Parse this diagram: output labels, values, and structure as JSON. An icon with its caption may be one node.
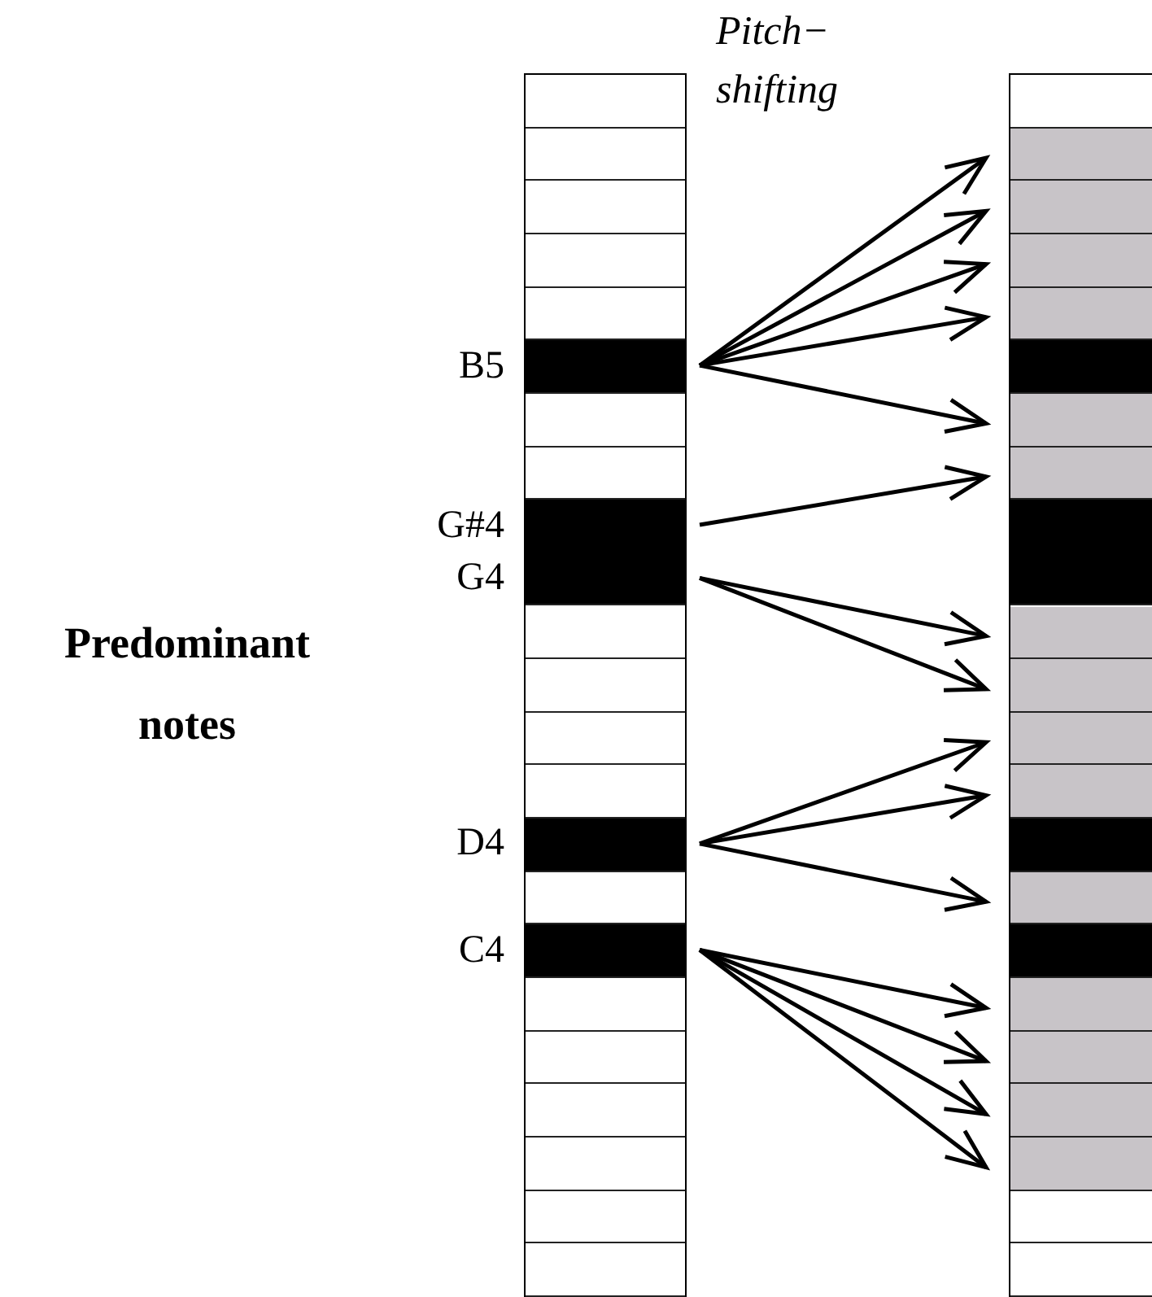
{
  "diagram": {
    "nodes": [
      {
        "text": [],
        "shape": "box"
      },
      {
        "text": [],
        "shape": "box"
      },
      {
        "text": [],
        "shape": "box",
        "in": 0,
        "beside": [
          "B5"
        ]
      },
      {
        "text": [],
        "shape": "box",
        "in": 0,
        "beside": [
          "G#4"
        ]
      },
      {
        "text": [],
        "shape": "box",
        "in": 0,
        "beside": [
          "G4"
        ]
      },
      {
        "text": [],
        "shape": "box",
        "in": 0,
        "beside": [
          "D4"
        ]
      },
      {
        "text": [],
        "shape": "box",
        "in": 0,
        "beside": [
          "C4"
        ]
      },
      {
        "text": [],
        "shape": "box",
        "in": 1
      },
      {
        "text": [],
        "shape": "box",
        "in": 1
      },
      {
        "text": [],
        "shape": "box",
        "in": 1
      },
      {
        "text": [],
        "shape": "box",
        "in": 1
      },
      {
        "text": [],
        "shape": "box",
        "in": 1
      },
      {
        "text": [],
        "shape": "box",
        "in": 1
      },
      {
        "text": [],
        "shape": "box",
        "in": 1
      },
      {
        "text": [],
        "shape": "box",
        "in": 1
      },
      {
        "text": [],
        "shape": "box",
        "in": 1
      },
      {
        "text": [],
        "shape": "box",
        "in": 1
      },
      {
        "text": [],
        "shape": "box",
        "in": 1
      },
      {
        "text": [],
        "shape": "box",
        "in": 1
      },
      {
        "text": [],
        "shape": "box",
        "in": 1
      },
      {
        "text": [],
        "shape": "box",
        "in": 1
      },
      {
        "text": [],
        "shape": "box",
        "in": 1
      }
    ],
    "edges": [
      {
        "from": 2,
        "to": 7,
        "arrow": "to"
      },
      {
        "from": 2,
        "to": 8,
        "arrow": "to"
      },
      {
        "from": 2,
        "to": 9,
        "arrow": "to"
      },
      {
        "from": 2,
        "to": 10,
        "arrow": "to"
      },
      {
        "from": 2,
        "to": 11,
        "arrow": "to"
      },
      {
        "from": 3,
        "to": 12,
        "arrow": "to"
      },
      {
        "from": 4,
        "to": 13,
        "arrow": "to"
      },
      {
        "from": 4,
        "to": 14,
        "arrow": "to"
      },
      {
        "from": 5,
        "to": 15,
        "arrow": "to"
      },
      {
        "from": 5,
        "to": 16,
        "arrow": "to"
      },
      {
        "from": 5,
        "to": 17,
        "arrow": "to"
      },
      {
        "from": 6,
        "to": 18,
        "arrow": "to"
      },
      {
        "from": 6,
        "to": 19,
        "arrow": "to"
      },
      {
        "from": 6,
        "to": 20,
        "arrow": "to"
      },
      {
        "from": 6,
        "to": 21,
        "arrow": "to"
      }
    ],
    "labels": [
      "Pitch− shifting",
      "Predominant notes"
    ]
  }
}
